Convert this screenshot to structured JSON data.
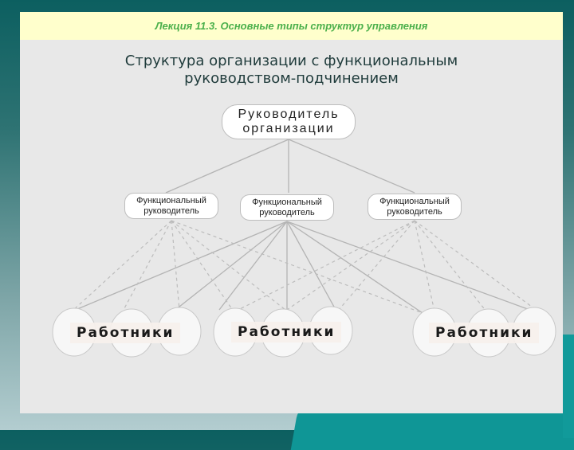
{
  "slide": {
    "lecture_header": "Лекция 11.3. Основные типы структур управления",
    "title_line1": "Структура организации с функциональным",
    "title_line2": "руководством-подчинением"
  },
  "diagram": {
    "top_manager": {
      "line1": "Руководитель",
      "line2": "организации"
    },
    "functional_managers": [
      {
        "line1": "Функциональный",
        "line2": "руководитель"
      },
      {
        "line1": "Функциональный",
        "line2": "руководитель"
      },
      {
        "line1": "Функциональный",
        "line2": "руководитель"
      }
    ],
    "worker_groups": [
      {
        "label": "Работники"
      },
      {
        "label": "Работники"
      },
      {
        "label": "Работники"
      }
    ]
  },
  "colors": {
    "header_bg": "#ffffcc",
    "header_text": "#4bb04b",
    "slide_bg": "#e8e8e8",
    "title_text": "#1f3b3b",
    "frame_bg": "#0c5f60",
    "line_color": "#b0b0b0"
  }
}
